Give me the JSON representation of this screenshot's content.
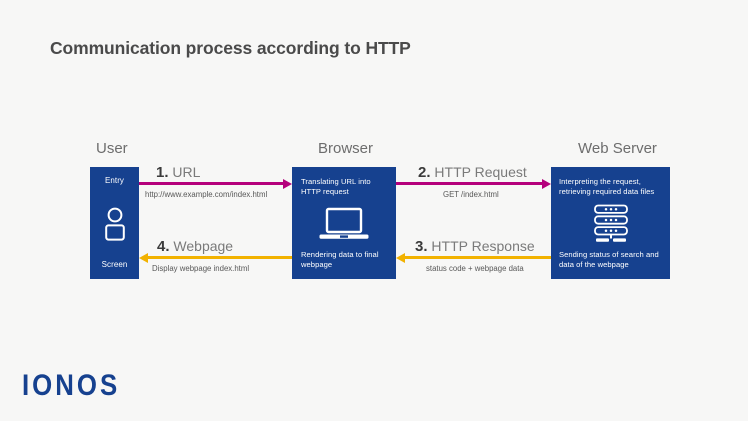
{
  "slide": {
    "title": "Communication process according to HTTP",
    "background_color": "#f7f7f6",
    "logo": "IONOS"
  },
  "colors": {
    "node_blue": "#16418f",
    "arrow_magenta": "#b5007c",
    "arrow_yellow": "#f2b200",
    "title_gray": "#4a4a4a",
    "header_gray": "#6d6d6d"
  },
  "columns": [
    {
      "key": "user",
      "label": "User"
    },
    {
      "key": "browser",
      "label": "Browser"
    },
    {
      "key": "server",
      "label": "Web Server"
    }
  ],
  "nodes": {
    "user": {
      "header": "User",
      "top_text": "Entry",
      "bottom_text": "Screen",
      "icon": "person-icon"
    },
    "browser": {
      "header": "Browser",
      "top_text": "Translating URL into HTTP request",
      "bottom_text": "Rendering data to final webpage",
      "icon": "laptop-icon"
    },
    "server": {
      "header": "Web Server",
      "top_text": "Interpreting the request, retrieving required data files",
      "bottom_text": "Sending status of search and data of the webpage",
      "icon": "server-rack-icon"
    }
  },
  "steps": [
    {
      "number": "1.",
      "label": "URL",
      "detail": "http://www.example.com/index.html",
      "color": "#b5007c",
      "direction": "right",
      "from": "user",
      "to": "browser"
    },
    {
      "number": "2.",
      "label": "HTTP Request",
      "detail": "GET /index.html",
      "color": "#b5007c",
      "direction": "right",
      "from": "browser",
      "to": "server"
    },
    {
      "number": "3.",
      "label": "HTTP Response",
      "detail": "status code + webpage data",
      "color": "#f2b200",
      "direction": "left",
      "from": "server",
      "to": "browser"
    },
    {
      "number": "4.",
      "label": "Webpage",
      "detail": "Display webpage index.html",
      "color": "#f2b200",
      "direction": "left",
      "from": "browser",
      "to": "user"
    }
  ]
}
